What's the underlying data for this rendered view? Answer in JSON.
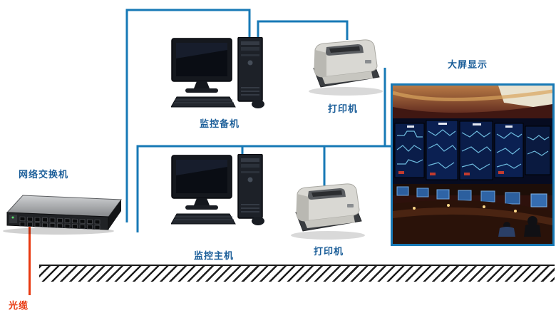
{
  "labels": {
    "switch": "网络交换机",
    "backup_pc": "监控备机",
    "printer_top": "打印机",
    "main_pc": "监控主机",
    "printer_bottom": "打印机",
    "big_screen": "大屏显示",
    "fiber_cable": "光缆"
  },
  "colors": {
    "connection_line_blue": "#1779b6",
    "label_blue": "#1b5e99",
    "fiber_cable_red": "#e8380f",
    "ground_hatch_black": "#1a1a1a",
    "big_screen_border_blue": "#1779b6"
  },
  "diagram": {
    "nodes": [
      {
        "id": "switch",
        "label": "网络交换机",
        "type": "network-switch"
      },
      {
        "id": "backup_pc",
        "label": "监控备机",
        "type": "desktop-computer"
      },
      {
        "id": "main_pc",
        "label": "监控主机",
        "type": "desktop-computer"
      },
      {
        "id": "printer_top",
        "label": "打印机",
        "type": "printer"
      },
      {
        "id": "printer_bottom",
        "label": "打印机",
        "type": "printer"
      },
      {
        "id": "big_screen",
        "label": "大屏显示",
        "type": "control-room-display-photo"
      },
      {
        "id": "fiber",
        "label": "光缆",
        "type": "optical-cable"
      }
    ],
    "edges": [
      {
        "from": "switch",
        "to": "backup_pc"
      },
      {
        "from": "backup_pc",
        "to": "printer_top"
      },
      {
        "from": "switch",
        "to": "main_pc"
      },
      {
        "from": "main_pc",
        "to": "printer_bottom"
      },
      {
        "from": "printer_top",
        "to": "big_screen"
      },
      {
        "from": "switch",
        "to": "fiber"
      }
    ]
  }
}
